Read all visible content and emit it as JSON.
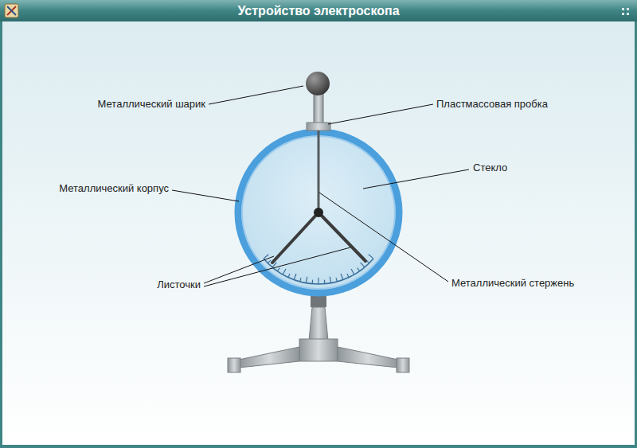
{
  "diagram": {
    "title": "Устройство электроскопа",
    "labels": [
      "Металлический шарик",
      "Пластмассовая пробка",
      "Стекло",
      "Металлический корпус",
      "Листочки",
      "Металлический стержень"
    ]
  }
}
